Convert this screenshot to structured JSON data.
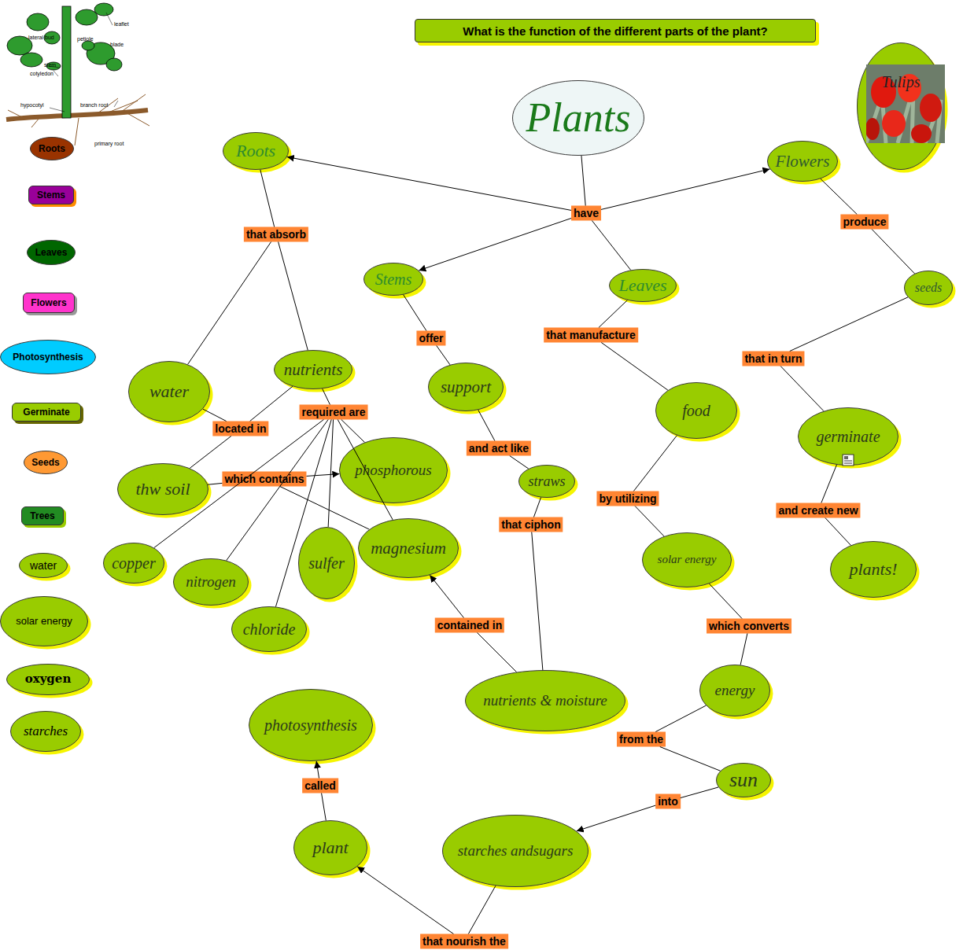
{
  "diagram": {
    "title": "What is the function of the different parts of the plant?",
    "nodes": [
      {
        "text": [
          "Roots"
        ]
      },
      {
        "text": [
          "Stems"
        ]
      },
      {
        "text": [
          "Leaves"
        ]
      },
      {
        "text": [
          "Flowers"
        ]
      },
      {
        "text": [
          "Photosynthesis"
        ]
      },
      {
        "text": [
          "Germinate"
        ]
      },
      {
        "text": [
          "Seeds"
        ]
      },
      {
        "text": [
          "Trees"
        ]
      },
      {
        "text": [
          "water"
        ]
      },
      {
        "text": [
          "solar energy"
        ]
      },
      {
        "text": [
          "oxygen"
        ]
      },
      {
        "text": [
          "starches"
        ]
      },
      {
        "text": [
          "Tulips"
        ]
      },
      {
        "text": [
          "Plants"
        ]
      },
      {
        "text": [
          "Roots"
        ]
      },
      {
        "text": [
          "Flowers"
        ]
      },
      {
        "text": [
          "have"
        ]
      },
      {
        "text": [
          "produce"
        ]
      },
      {
        "text": [
          "that absorb"
        ]
      },
      {
        "text": [
          "Stems"
        ]
      },
      {
        "text": [
          "Leaves"
        ]
      },
      {
        "text": [
          "seeds"
        ]
      },
      {
        "text": [
          "that manufacture"
        ]
      },
      {
        "text": [
          "offer"
        ]
      },
      {
        "text": [
          "that in turn"
        ]
      },
      {
        "text": [
          "nutrients"
        ]
      },
      {
        "text": [
          "support"
        ]
      },
      {
        "text": [
          "water"
        ]
      },
      {
        "text": [
          "required are"
        ]
      },
      {
        "text": [
          "food"
        ]
      },
      {
        "text": [
          "germinate"
        ]
      },
      {
        "text": [
          "located in"
        ]
      },
      {
        "text": [
          "and act like"
        ]
      },
      {
        "text": [
          "thw soil"
        ]
      },
      {
        "text": [
          "which contains"
        ]
      },
      {
        "text": [
          "phosphorous"
        ]
      },
      {
        "text": [
          "straws"
        ]
      },
      {
        "text": [
          "by utilizing"
        ]
      },
      {
        "text": [
          "and create new"
        ]
      },
      {
        "text": [
          "that ciphon"
        ]
      },
      {
        "text": [
          "copper"
        ]
      },
      {
        "text": [
          "nitrogen"
        ]
      },
      {
        "text": [
          "sulfer"
        ]
      },
      {
        "text": [
          "magnesium"
        ]
      },
      {
        "text": [
          "chloride"
        ]
      },
      {
        "text": [
          "solar energy"
        ]
      },
      {
        "text": [
          "plants!"
        ]
      },
      {
        "text": [
          "contained in"
        ]
      },
      {
        "text": [
          "which converts"
        ]
      },
      {
        "text": [
          "energy"
        ]
      },
      {
        "text": [
          "nutrients & moisture"
        ]
      },
      {
        "text": [
          "photosynthesis"
        ]
      },
      {
        "text": [
          "from the"
        ]
      },
      {
        "text": [
          "sun"
        ]
      },
      {
        "text": [
          "called"
        ]
      },
      {
        "text": [
          "into"
        ]
      },
      {
        "text": [
          "plant"
        ]
      },
      {
        "text": [
          "starches andsugars"
        ]
      },
      {
        "text": [
          "that nourish the"
        ]
      }
    ],
    "edges": [
      {
        "from": 13,
        "to": 16,
        "arrow": "none"
      },
      {
        "from": 16,
        "to": 14,
        "arrow": "to"
      },
      {
        "from": 16,
        "to": 19,
        "arrow": "to"
      },
      {
        "from": 16,
        "to": 20,
        "arrow": "none"
      },
      {
        "from": 16,
        "to": 15,
        "arrow": "to"
      },
      {
        "from": 14,
        "to": 18,
        "arrow": "none"
      },
      {
        "from": 18,
        "to": 27,
        "arrow": "none"
      },
      {
        "from": 18,
        "to": 25,
        "arrow": "none"
      },
      {
        "from": 15,
        "to": 17,
        "arrow": "none"
      },
      {
        "from": 17,
        "to": 21,
        "arrow": "none"
      },
      {
        "from": 21,
        "to": 24,
        "arrow": "none"
      },
      {
        "from": 24,
        "to": 30,
        "arrow": "none"
      },
      {
        "from": 30,
        "to": 38,
        "arrow": "none"
      },
      {
        "from": 38,
        "to": 46,
        "arrow": "none"
      },
      {
        "from": 19,
        "to": 23,
        "arrow": "none"
      },
      {
        "from": 23,
        "to": 26,
        "arrow": "none"
      },
      {
        "from": 26,
        "to": 32,
        "arrow": "none"
      },
      {
        "from": 32,
        "to": 36,
        "arrow": "none"
      },
      {
        "from": 36,
        "to": 39,
        "arrow": "none"
      },
      {
        "from": 39,
        "to": 50,
        "arrow": "none"
      },
      {
        "from": 20,
        "to": 22,
        "arrow": "none"
      },
      {
        "from": 22,
        "to": 29,
        "arrow": "none"
      },
      {
        "from": 29,
        "to": 37,
        "arrow": "none"
      },
      {
        "from": 37,
        "to": 45,
        "arrow": "none"
      },
      {
        "from": 45,
        "to": 48,
        "arrow": "none"
      },
      {
        "from": 48,
        "to": 49,
        "arrow": "none"
      },
      {
        "from": 49,
        "to": 52,
        "arrow": "none"
      },
      {
        "from": 52,
        "to": 53,
        "arrow": "none"
      },
      {
        "from": 53,
        "to": 55,
        "arrow": "none"
      },
      {
        "from": 55,
        "to": 57,
        "arrow": "to"
      },
      {
        "from": 57,
        "to": 58,
        "arrow": "none"
      },
      {
        "from": 58,
        "to": 56,
        "arrow": "to"
      },
      {
        "from": 56,
        "to": 54,
        "arrow": "none"
      },
      {
        "from": 54,
        "to": 51,
        "arrow": "to"
      },
      {
        "from": 27,
        "to": 31,
        "arrow": "none"
      },
      {
        "from": 25,
        "to": 31,
        "arrow": "none"
      },
      {
        "from": 31,
        "to": 33,
        "arrow": "none"
      },
      {
        "from": 33,
        "to": 34,
        "arrow": "none"
      },
      {
        "from": 34,
        "to": 35,
        "arrow": "to"
      },
      {
        "from": 34,
        "to": 43,
        "arrow": "none"
      },
      {
        "from": 25,
        "to": 28,
        "arrow": "none"
      },
      {
        "from": 28,
        "to": 40,
        "arrow": "none"
      },
      {
        "from": 28,
        "to": 41,
        "arrow": "none"
      },
      {
        "from": 28,
        "to": 44,
        "arrow": "none"
      },
      {
        "from": 28,
        "to": 42,
        "arrow": "none"
      },
      {
        "from": 28,
        "to": 35,
        "arrow": "none"
      },
      {
        "from": 28,
        "to": 43,
        "arrow": "none"
      },
      {
        "from": 50,
        "to": 47,
        "arrow": "none"
      },
      {
        "from": 47,
        "to": 43,
        "arrow": "to"
      }
    ],
    "labels": [
      "leaflet",
      "lateral bud",
      "petiole",
      "blade",
      "stem",
      "cotyledon",
      "hypocotyl",
      "branch root",
      "primary root"
    ]
  }
}
